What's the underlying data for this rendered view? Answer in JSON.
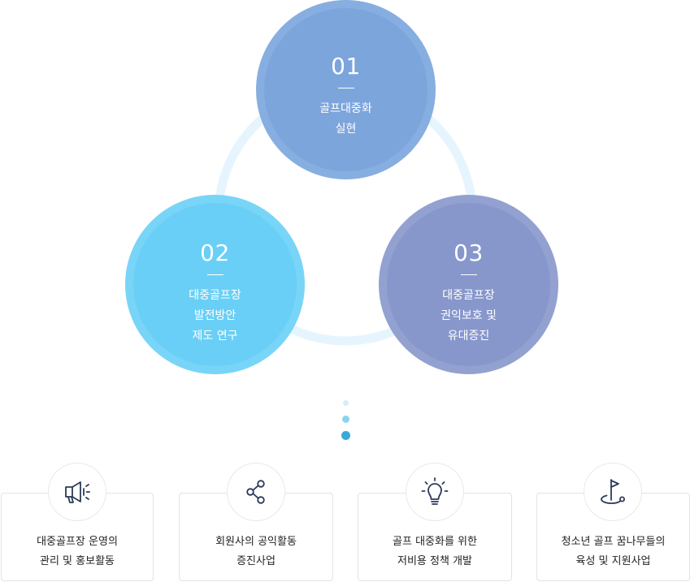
{
  "goals": [
    {
      "number": "01",
      "label": "골프대중화\n실현"
    },
    {
      "number": "02",
      "label": "대중골프장\n발전방안\n제도 연구"
    },
    {
      "number": "03",
      "label": "대중골프장\n권익보호 및\n유대증진"
    }
  ],
  "projects": [
    {
      "icon": "megaphone-icon",
      "label": "대중골프장 운영의\n관리 및 홍보활동"
    },
    {
      "icon": "share-icon",
      "label": "회원사의 공익활동\n증진사업"
    },
    {
      "icon": "lightbulb-icon",
      "label": "골프 대중화를 위한\n저비용 정책 개발"
    },
    {
      "icon": "golf-flag-icon",
      "label": "청소년 골프 꿈나무들의\n육성 및 지원사업"
    }
  ],
  "colors": {
    "goal_1": "#7ca5dc",
    "goal_2": "#6acff6",
    "goal_3": "#8797cc",
    "ring": "#e6f5fd",
    "icon_stroke": "#2c3a5a"
  }
}
